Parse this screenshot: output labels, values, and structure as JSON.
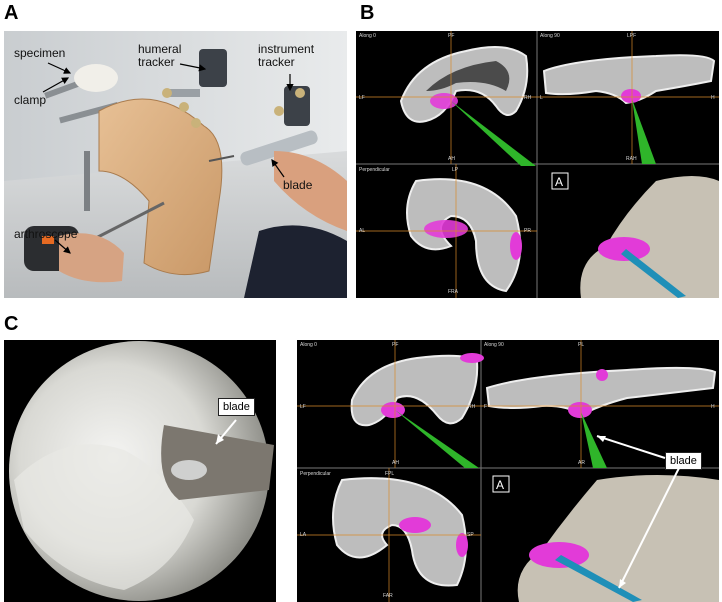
{
  "figure": {
    "panels": [
      {
        "letter": "A"
      },
      {
        "letter": "B"
      },
      {
        "letter": "C"
      }
    ],
    "panelA_labels": {
      "specimen": "specimen",
      "clamp": "clamp",
      "humeral_tracker": "humeral\ntracker",
      "instrument_tracker": "instrument\ntracker",
      "blade": "blade",
      "arthroscope": "arthroscope"
    },
    "panelB_views": [
      {
        "title": "Along 0",
        "top": "PF",
        "left": "LF",
        "right": "RH",
        "bottom": "AH"
      },
      {
        "title": "Along 90",
        "top": "LPF",
        "left": "L",
        "right": "H",
        "bottom": "RAH"
      },
      {
        "title": "Perpendicular",
        "top": "LP",
        "left": "AL",
        "right": "PR",
        "bottom": "FRA"
      }
    ],
    "panelC_views": [
      {
        "title": "Along 0",
        "top": "PF",
        "left": "LF",
        "right": "RH",
        "bottom": "AH"
      },
      {
        "title": "Along 90",
        "top": "PL",
        "left": "F",
        "right": "H",
        "bottom": "AR"
      },
      {
        "title": "Perpendicular",
        "top": "FPL",
        "left": "LA",
        "right": "SP",
        "bottom": "FAR"
      }
    ],
    "panelC_callouts": {
      "scope_blade": "blade",
      "ct_blade": "blade"
    },
    "colors": {
      "magenta": "#e23bd8",
      "tool_green": "#2fb52a",
      "tool_blue": "#1f8fb8",
      "crosshair": "#d98a2a"
    }
  }
}
